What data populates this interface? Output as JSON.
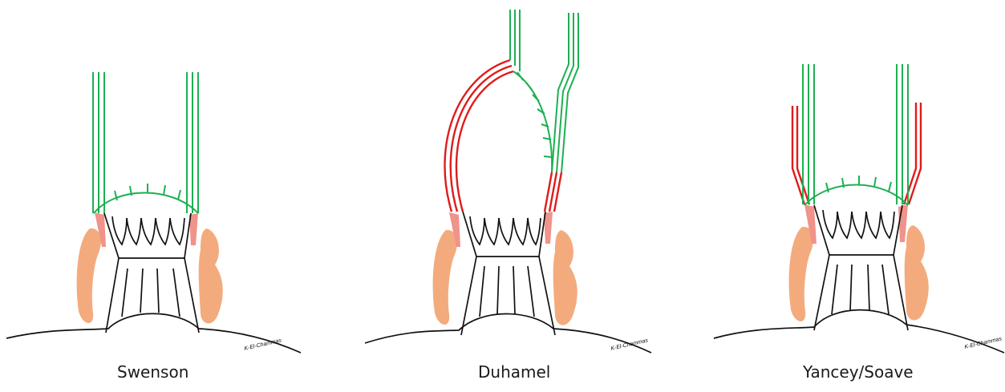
{
  "panels": [
    {
      "id": "swenson",
      "caption": "Swenson",
      "signature": "K-El-Chammas"
    },
    {
      "id": "duhamel",
      "caption": "Duhamel",
      "signature": "K-El-Chammas"
    },
    {
      "id": "yancey-soave",
      "caption": "Yancey/Soave",
      "signature": "K-El-Chammas"
    }
  ],
  "colors": {
    "ganglionic_bowel": "#1db052",
    "aganglionic_bowel": "#e01b1b",
    "anatomy_outline": "#111111",
    "sphincter_muscle": "#f3ab7e",
    "rectal_muscle": "#f0938a"
  }
}
